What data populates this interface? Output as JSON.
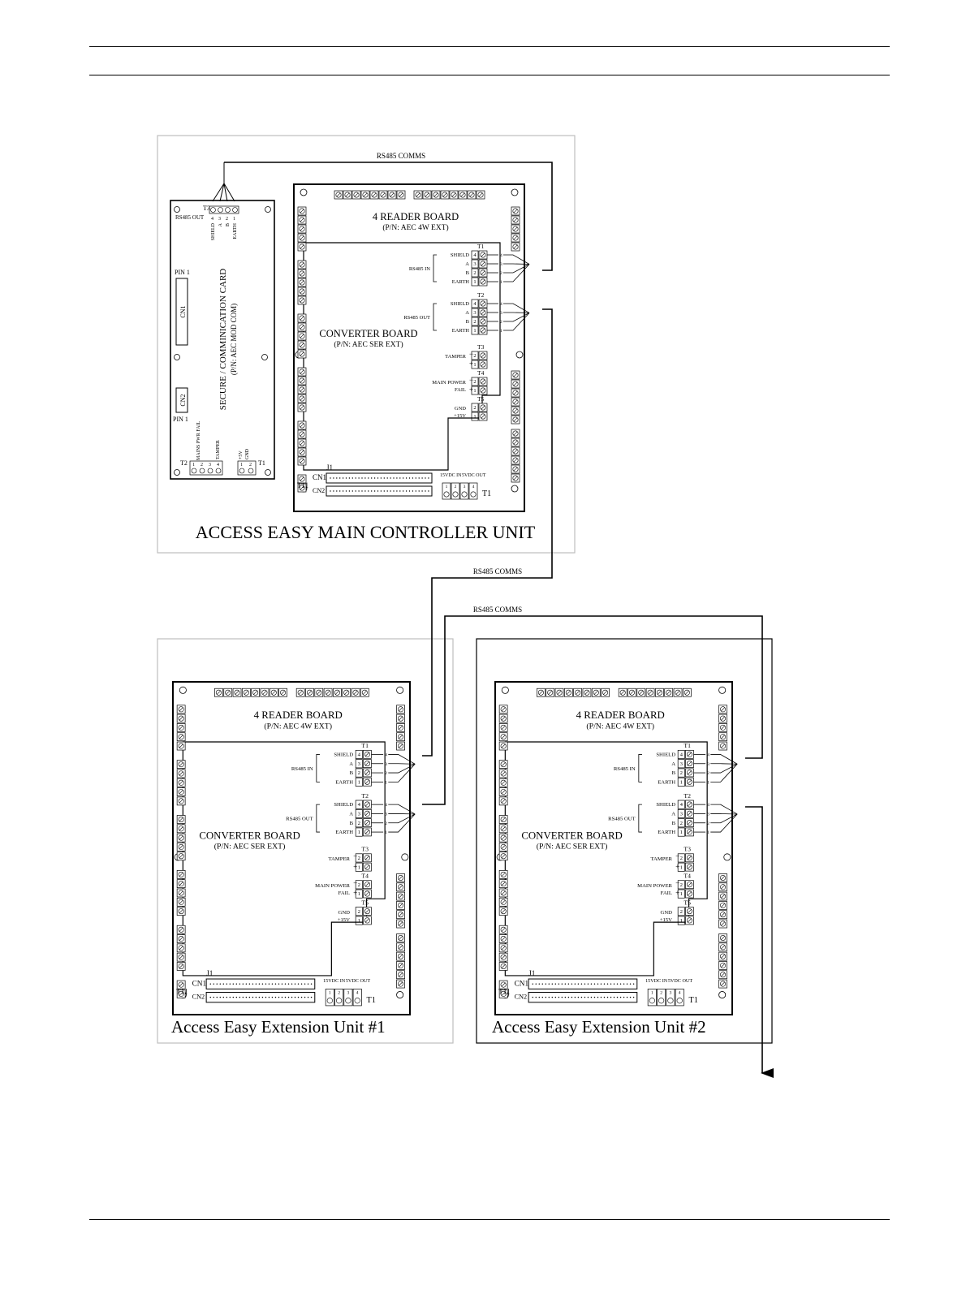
{
  "page": {
    "title": "Access Easy wiring diagram",
    "colors": {
      "ink": "#000000",
      "paper": "#ffffff",
      "frame": "#bfbfbf"
    }
  },
  "comms": {
    "label_top": "RS485 COMMS",
    "label_mid": "RS485 COMMS",
    "label_ext": "RS485 COMMS"
  },
  "main_unit": {
    "title": "ACCESS EASY MAIN CONTROLLER UNIT",
    "secure_card": {
      "title": "SECURE / COMMINICATION CARD",
      "part": "(P/N: AEC MOD COM)",
      "t3_label": "T3",
      "t3_caption": "RS485 OUT",
      "t3_pins": [
        "4",
        "3",
        "2",
        "1"
      ],
      "t3_pin_names": [
        "SHIELD",
        "A",
        "B",
        "EARTH"
      ],
      "cn1": "CN1",
      "cn2": "CN2",
      "pin1_top": "PIN 1",
      "pin1_bottom": "PIN 1",
      "t2_label": "T2",
      "t1_label": "T1",
      "mains_label": "MAINS PWR FAIL",
      "tamper_label": "TAMPER",
      "power_labels": [
        "+5V",
        "GND"
      ],
      "t2_pins": [
        "1",
        "2",
        "3",
        "4"
      ],
      "t1_pins": [
        "1",
        "2"
      ]
    },
    "reader_board": {
      "title": "4 READER BOARD",
      "part": "(P/N: AEC 4W EXT)"
    },
    "converter_board": {
      "title": "CONVERTER BOARD",
      "part": "(P/N: AEC SER EXT)"
    }
  },
  "board_labels": {
    "t1": "T1",
    "t2": "T2",
    "t3": "T3",
    "t4": "T4",
    "t5": "T5",
    "rs485_in": "RS485 IN",
    "rs485_out": "RS485 OUT",
    "shield": "SHIELD",
    "a": "A",
    "b": "B",
    "earth": "EARTH",
    "tamper": "TAMPER",
    "main_power": "MAIN POWER",
    "fail": "FAIL",
    "gnd": "GND",
    "v15": "+15V",
    "j1": "J1",
    "cn1": "CN1",
    "cn2": "CN2",
    "t11": "T11",
    "dc_in": "15VDC IN",
    "dc_out": "5VDC OUT",
    "pins4": [
      "4",
      "3",
      "2",
      "1"
    ],
    "pins2": [
      "2",
      "1"
    ],
    "pins_t1": [
      "1",
      "2",
      "3",
      "4"
    ]
  },
  "ext1": {
    "title": "Access Easy Extension Unit #1",
    "reader_board": {
      "title": "4 READER BOARD",
      "part": "(P/N: AEC 4W EXT)"
    },
    "converter_board": {
      "title": "CONVERTER BOARD",
      "part": "(P/N: AEC SER EXT)"
    }
  },
  "ext2": {
    "title": "Access Easy Extension Unit #2",
    "reader_board": {
      "title": "4 READER BOARD",
      "part": "(P/N: AEC 4W EXT)"
    },
    "converter_board": {
      "title": "CONVERTER BOARD",
      "part": "(P/N: AEC SER EXT)"
    }
  }
}
